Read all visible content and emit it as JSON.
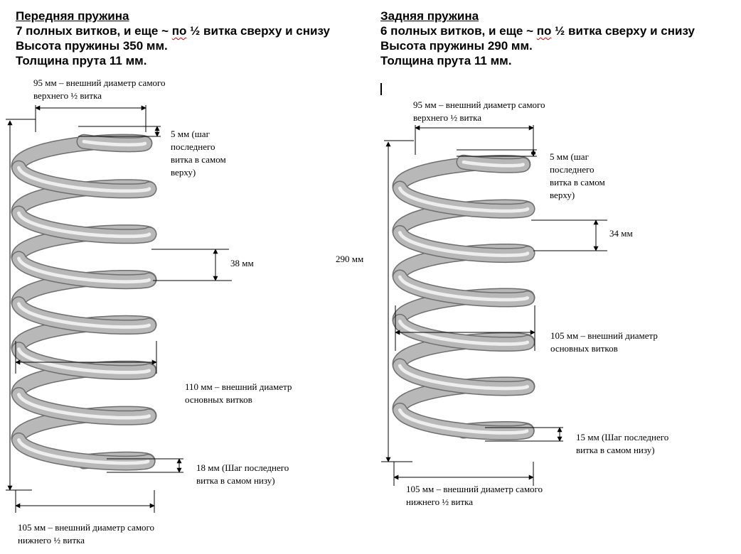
{
  "front": {
    "title": "Передняя пружина",
    "line1_pre": "7 полных витков, и еще ~ ",
    "line1_po": "по",
    "line1_post": " ½ витка сверху и снизу",
    "line2": "Высота пружины 350 мм.",
    "line3": "Толщина прута 11 мм.",
    "label_top_diameter": "95 мм – внешний диаметр самого верхнего ½ витка",
    "label_top_pitch": "5 мм (шаг последнего витка в самом верху)",
    "label_pitch": "38 мм",
    "label_main_diameter": "110 мм – внешний диаметр основных витков",
    "label_bottom_pitch": "18 мм (Шаг последнего витка в самом низу)",
    "label_bottom_diameter": "105 мм – внешний диаметр самого нижнего ½ витка"
  },
  "rear": {
    "title": "Задняя пружина",
    "line1_pre": "6 полных витков, и еще ~ ",
    "line1_po": "по",
    "line1_post": " ½ витка сверху и снизу",
    "line2": "Высота пружины 290 мм.",
    "line3": "Толщина прута 11 мм.",
    "label_height": "290 мм",
    "label_top_diameter": "95 мм – внешний диаметр самого верхнего ½ витка",
    "label_top_pitch": "5 мм (шаг последнего витка в самом верху)",
    "label_pitch": "34 мм",
    "label_main_diameter": "105 мм – внешний диаметр основных витков",
    "label_bottom_pitch": "15 мм (Шаг последнего витка в самом низу)",
    "label_bottom_diameter": "105 мм – внешний диаметр самого нижнего ½ витка"
  },
  "colors": {
    "coil_body": "#b8b8b8",
    "coil_edge": "#6e6e6e",
    "coil_highlight": "#eeeeee",
    "dimension_line": "#000000"
  }
}
